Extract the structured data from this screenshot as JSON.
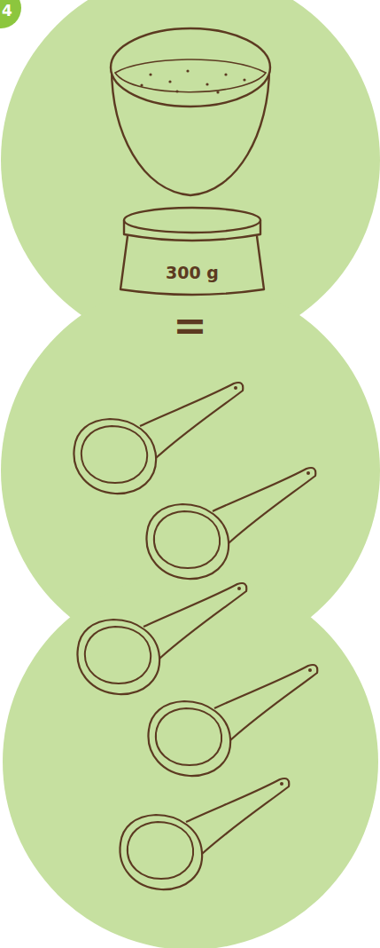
{
  "diagram": {
    "nodes": [
      {
        "text": [
          "4"
        ]
      },
      {
        "text": [
          "300 g"
        ]
      }
    ],
    "labels": [
      "="
    ]
  }
}
